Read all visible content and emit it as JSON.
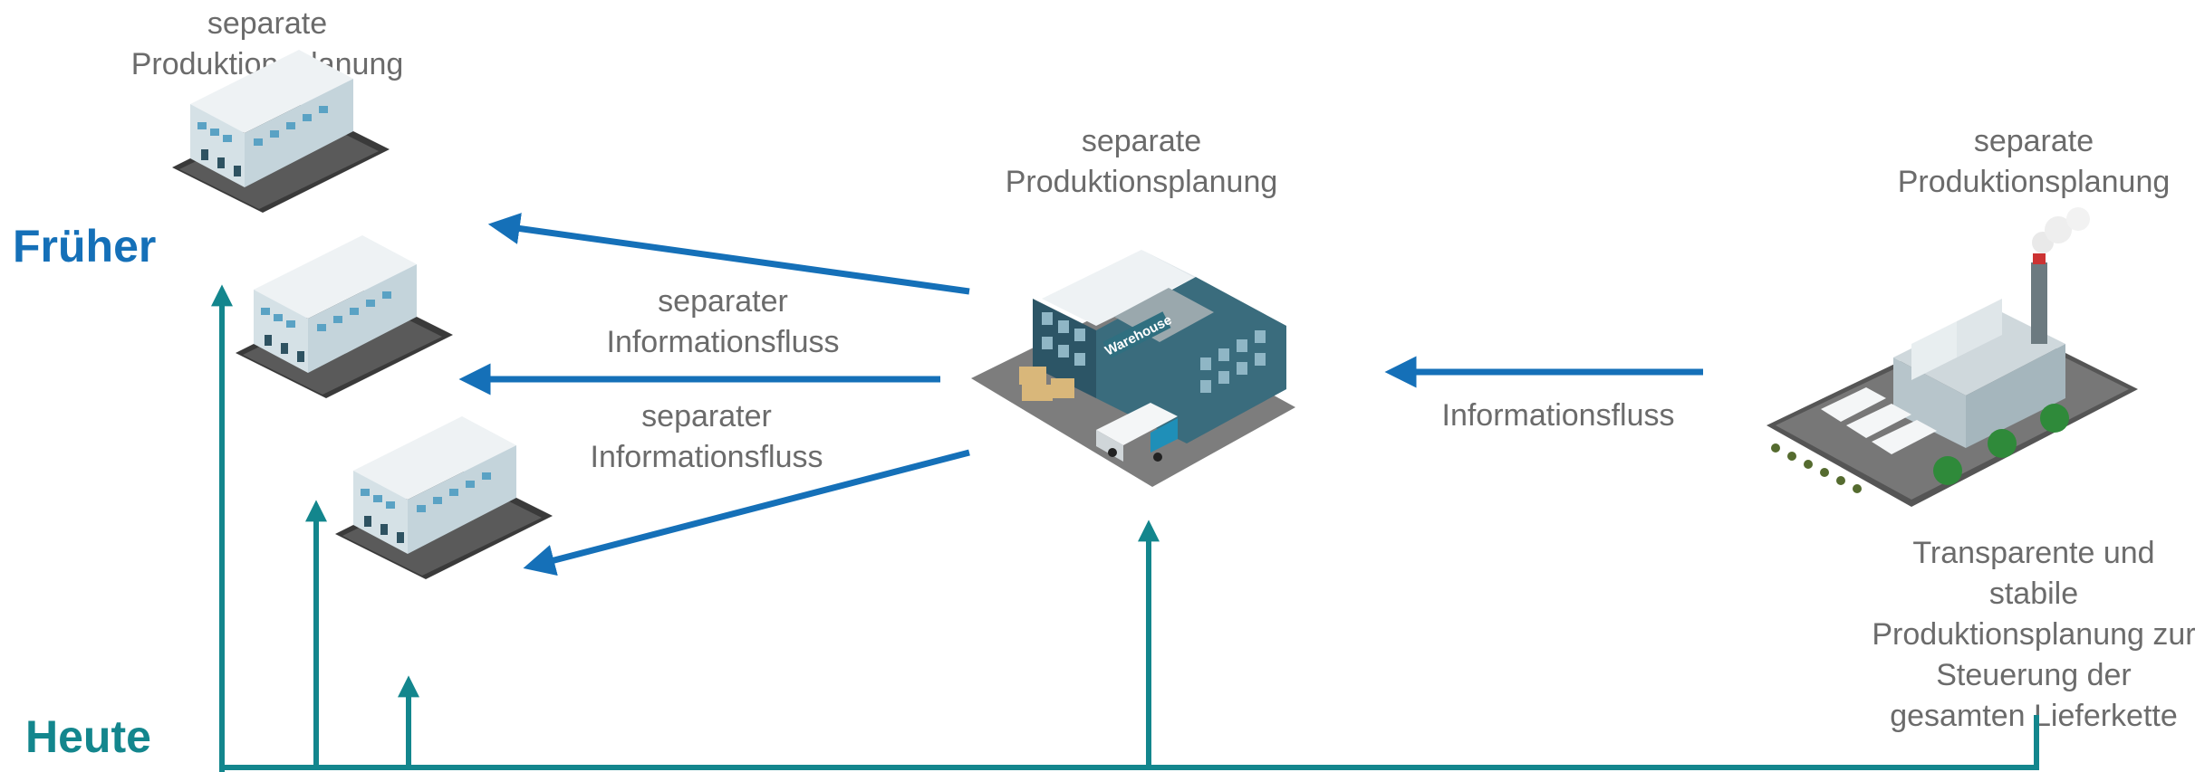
{
  "labels": {
    "frueher": "Früher",
    "heute": "Heute",
    "sep_planning_1_line1": "separate",
    "sep_planning_1_line2": "Produktionsplanung",
    "sep_planning_2_line1": "separate",
    "sep_planning_2_line2": "Produktionsplanung",
    "sep_planning_3_line1": "separate",
    "sep_planning_3_line2": "Produktionsplanung",
    "sep_info_1_line1": "separater",
    "sep_info_1_line2": "Informationsfluss",
    "sep_info_2_line1": "separater",
    "sep_info_2_line2": "Informationsfluss",
    "info_flow": "Informationsfluss",
    "warehouse_sign": "Warehouse",
    "transparent_planning": "Transparente und stabile Produktionsplanung zur Steuerung der gesamten Lieferkette"
  },
  "colors": {
    "frueher": "#1570b8",
    "heute": "#13868d",
    "info_arrow": "#1570b8",
    "today_arrow": "#13868d",
    "text": "#6b6b6b"
  }
}
